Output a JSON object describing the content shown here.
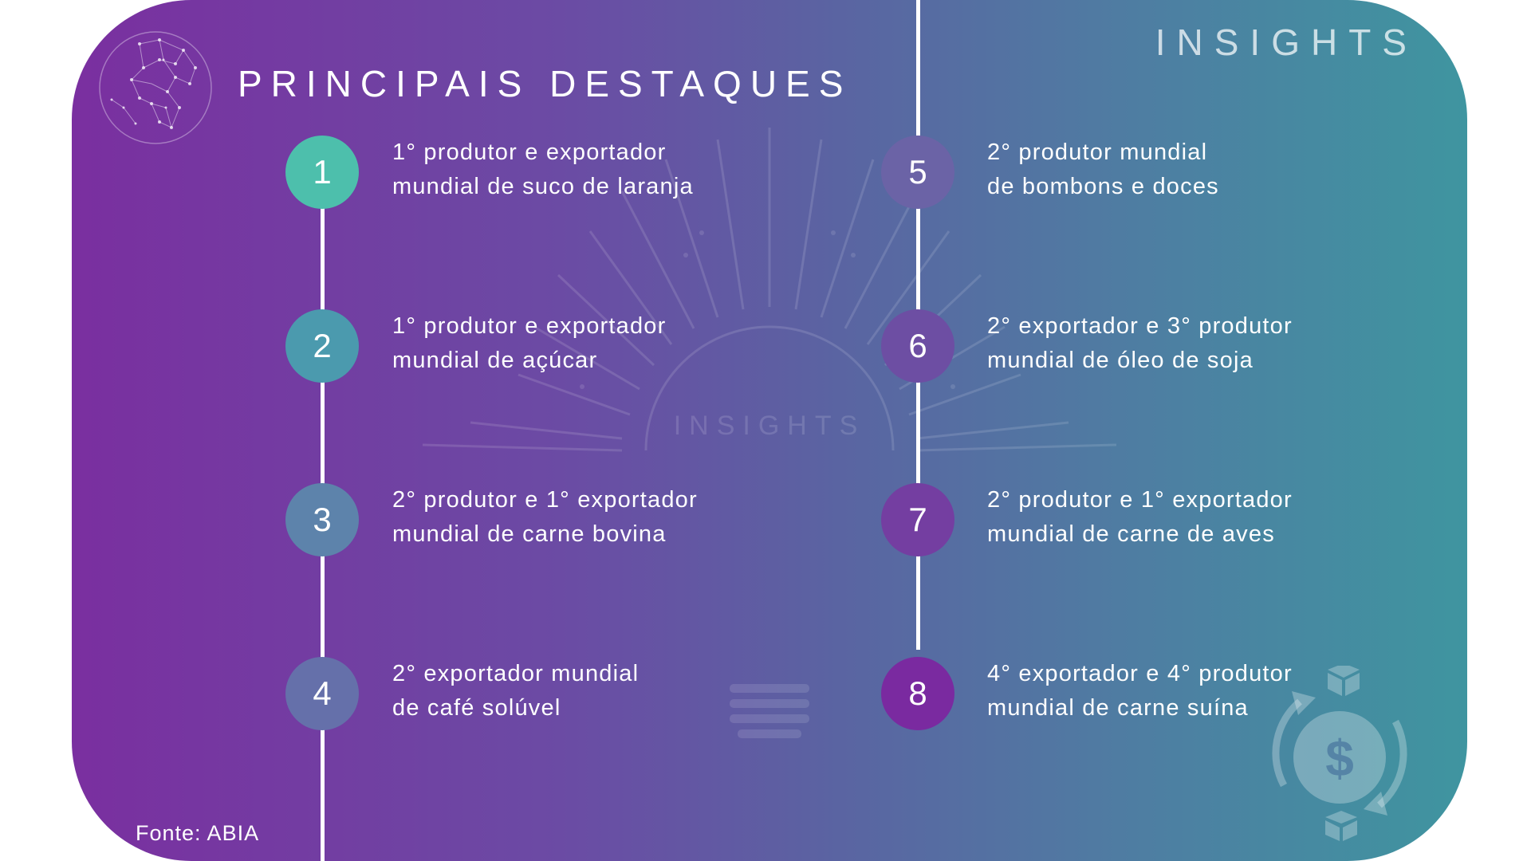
{
  "header": {
    "title": "PRINCIPAIS DESTAQUES",
    "brand": "INSIGHTS"
  },
  "watermark": {
    "text": "INSIGHTS"
  },
  "colors": {
    "circle_1": "#4dbfac",
    "circle_2": "#4b9aae",
    "circle_3": "#5d83ab",
    "circle_4": "#6570aa",
    "circle_5": "#6b63a6",
    "circle_6": "#6d4ea3",
    "circle_7": "#743ea1",
    "circle_8": "#7a2aa0"
  },
  "items": [
    {
      "number": "1",
      "line1": "1° produtor e exportador",
      "line2": "mundial de suco de laranja"
    },
    {
      "number": "2",
      "line1": "1° produtor e exportador",
      "line2": "mundial de açúcar"
    },
    {
      "number": "3",
      "line1": "2° produtor e 1° exportador",
      "line2": "mundial de carne bovina"
    },
    {
      "number": "4",
      "line1": "2° exportador mundial",
      "line2": "de café solúvel"
    },
    {
      "number": "5",
      "line1": "2° produtor mundial",
      "line2": "de bombons e doces"
    },
    {
      "number": "6",
      "line1": "2° exportador e 3° produtor",
      "line2": "mundial de óleo de soja"
    },
    {
      "number": "7",
      "line1": "2° produtor e 1° exportador",
      "line2": "mundial de carne de aves"
    },
    {
      "number": "8",
      "line1": "4° exportador e 4° produtor",
      "line2": "mundial de carne suína"
    }
  ],
  "footer": {
    "source": "Fonte: ABIA"
  },
  "icons": {
    "globe": "globe-network-icon",
    "money": "money-exchange-icon",
    "watermark": "lightbulb-insights-icon"
  }
}
